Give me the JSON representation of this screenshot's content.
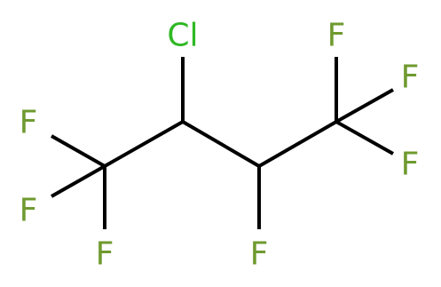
{
  "molecule": {
    "atoms": {
      "cl": "Cl",
      "f_left_top": "F",
      "f_left_bottom": "F",
      "f_left_lower": "F",
      "f_center": "F",
      "f_right_top": "F",
      "f_right_upper": "F",
      "f_right_lower": "F"
    },
    "colors": {
      "bond": "#000000",
      "chlorine": "#2fb824",
      "fluorine": "#6f9a2f"
    }
  }
}
